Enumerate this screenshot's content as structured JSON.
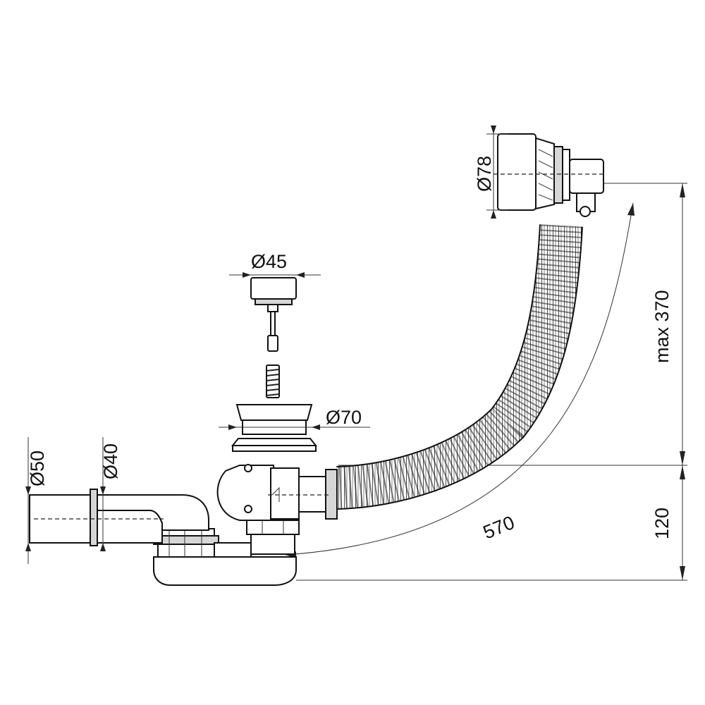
{
  "dimensions": {
    "d78": "Ø78",
    "d45": "Ø45",
    "d70": "Ø70",
    "d50": "Ø50",
    "d40": "Ø40",
    "max370": "max 370",
    "h120": "120",
    "len570": "570"
  }
}
